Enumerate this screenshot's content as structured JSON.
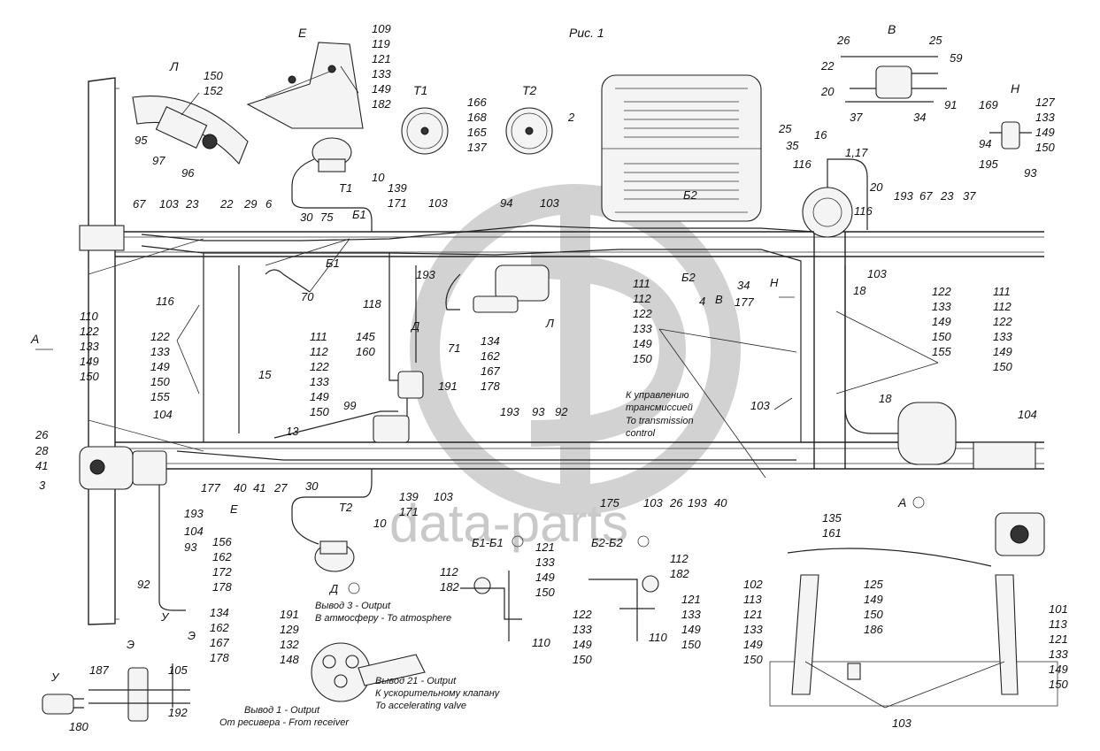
{
  "watermark": {
    "text": "data-parts"
  },
  "figure": {
    "caption": "Рис. 1"
  },
  "views": {
    "E": "Е",
    "L": "Л",
    "T1": "Т1",
    "T2": "Т2",
    "V": "В",
    "N": "Н",
    "A": "А",
    "A_section": "А",
    "B1_arrow": "Б1",
    "B1_arrow2": "Б1",
    "B2_arrow": "Б2",
    "B2_arrow2": "Б2",
    "B1B1": "Б1-Б1",
    "B2B2": "Б2-Б2",
    "D": "Д",
    "D_section": "Д",
    "E_arrow": "Е",
    "Э_arrow": "Э",
    "Э_section": "Э",
    "U": "У",
    "U_section": "У",
    "V_arrow": "В",
    "L_arrow": "Л",
    "N_arrow": "Н",
    "T1_arrow": "Т1",
    "T2_arrow": "Т2"
  },
  "annotations": {
    "transmission_ru_1": "К управлению",
    "transmission_ru_2": "трансмиссией",
    "transmission_en_1": "To transmission",
    "transmission_en_2": "control",
    "out3_1": "Вывод 3 - Output",
    "out3_2": "В атмосферу - To atmosphere",
    "out21_1": "Вывод 21 - Output",
    "out21_2": "К ускорительному клапану",
    "out21_3": "To accelerating valve",
    "out1_1": "Вывод 1 - Output",
    "out1_2": "От ресивера - From receiver"
  },
  "labels": {
    "e_group": [
      "109",
      "119",
      "121",
      "133",
      "149",
      "182"
    ],
    "l_group": [
      "150",
      "152"
    ],
    "n95": "95",
    "n97": "97",
    "n96": "96",
    "t1_group": [
      "166",
      "168",
      "165",
      "137"
    ],
    "n2": "2",
    "v_group_l": [
      "26",
      "22",
      "20",
      "37"
    ],
    "v_group_r": [
      "25",
      "59",
      "91",
      "34"
    ],
    "n169": "169",
    "n94a": "94",
    "n195": "195",
    "n93a": "93",
    "n_group": [
      "127",
      "133",
      "149",
      "150"
    ],
    "n25": "25",
    "n35": "35",
    "n16": "16",
    "n117": "1,17",
    "n116a": "116",
    "n20": "20",
    "n116b": "116",
    "top_row_r": [
      "193",
      "67",
      "23",
      "37"
    ],
    "n103r": "103",
    "n18a": "18",
    "right_group1": [
      "122",
      "133",
      "149",
      "150",
      "155"
    ],
    "right_group2": [
      "111",
      "112",
      "122",
      "133",
      "149",
      "150"
    ],
    "n67": "67",
    "n103a": "103",
    "n23": "23",
    "n22": "22",
    "n29": "29",
    "n6": "6",
    "n10a": "10",
    "n139a": "139",
    "n171a": "171",
    "n30a": "30",
    "n75": "75",
    "n103b": "103",
    "n94b": "94",
    "n103c": "103",
    "n2b2a": "Б2",
    "n116": "116",
    "n70": "70",
    "n118": "118",
    "n193a": "193",
    "mid_group1": [
      "111",
      "112",
      "122",
      "133",
      "149",
      "150"
    ],
    "n4": "4",
    "n34": "34",
    "n177a": "177",
    "left_group1": [
      "110",
      "122",
      "133",
      "149",
      "150"
    ],
    "left_group2": [
      "122",
      "133",
      "149",
      "150",
      "155"
    ],
    "n104a": "104",
    "n15": "15",
    "mid_group2": [
      "111",
      "112",
      "122",
      "133",
      "149",
      "150"
    ],
    "n145": "145",
    "n160": "160",
    "n71": "71",
    "n191a": "191",
    "l_detail": [
      "134",
      "162",
      "167",
      "178"
    ],
    "n13": "13",
    "n99": "99",
    "n193b": "193",
    "n93b": "93",
    "n92a": "92",
    "n103d": "103",
    "n18b": "18",
    "n104b": "104",
    "n26a": "26",
    "n28": "28",
    "n41a": "41",
    "n3": "3",
    "n177b": "177",
    "n40a": "40",
    "n41b": "41",
    "n27": "27",
    "n30b": "30",
    "n139b": "139",
    "n171b": "171",
    "n103e": "103",
    "n10b": "10",
    "bottom_row": [
      "175",
      "103",
      "26",
      "193",
      "40"
    ],
    "n193c": "193",
    "n104c": "104",
    "n93c": "93",
    "n92b": "92",
    "u_group": [
      "156",
      "162",
      "172",
      "178"
    ],
    "u_group2": [
      "134",
      "162",
      "167",
      "178"
    ],
    "b1_group1": [
      "121",
      "133",
      "149",
      "150"
    ],
    "b1_112": "112",
    "b1_182": "182",
    "b1_group2": [
      "122",
      "133",
      "149",
      "150"
    ],
    "b1_110": "110",
    "b2_112": "112",
    "b2_182": "182",
    "b2_group": [
      "121",
      "133",
      "149",
      "150"
    ],
    "b2_110": "110",
    "d_group": [
      "191",
      "129",
      "132",
      "148"
    ],
    "e_105": "105",
    "e_187": "187",
    "e_192": "192",
    "u_180": "180",
    "a_135": "135",
    "a_161": "161",
    "a_left": [
      "102",
      "113",
      "121",
      "133",
      "149",
      "150"
    ],
    "a_mid": [
      "125",
      "149",
      "150",
      "186"
    ],
    "a_right": [
      "101",
      "113",
      "121",
      "133",
      "149",
      "150"
    ],
    "a_103": "103"
  }
}
